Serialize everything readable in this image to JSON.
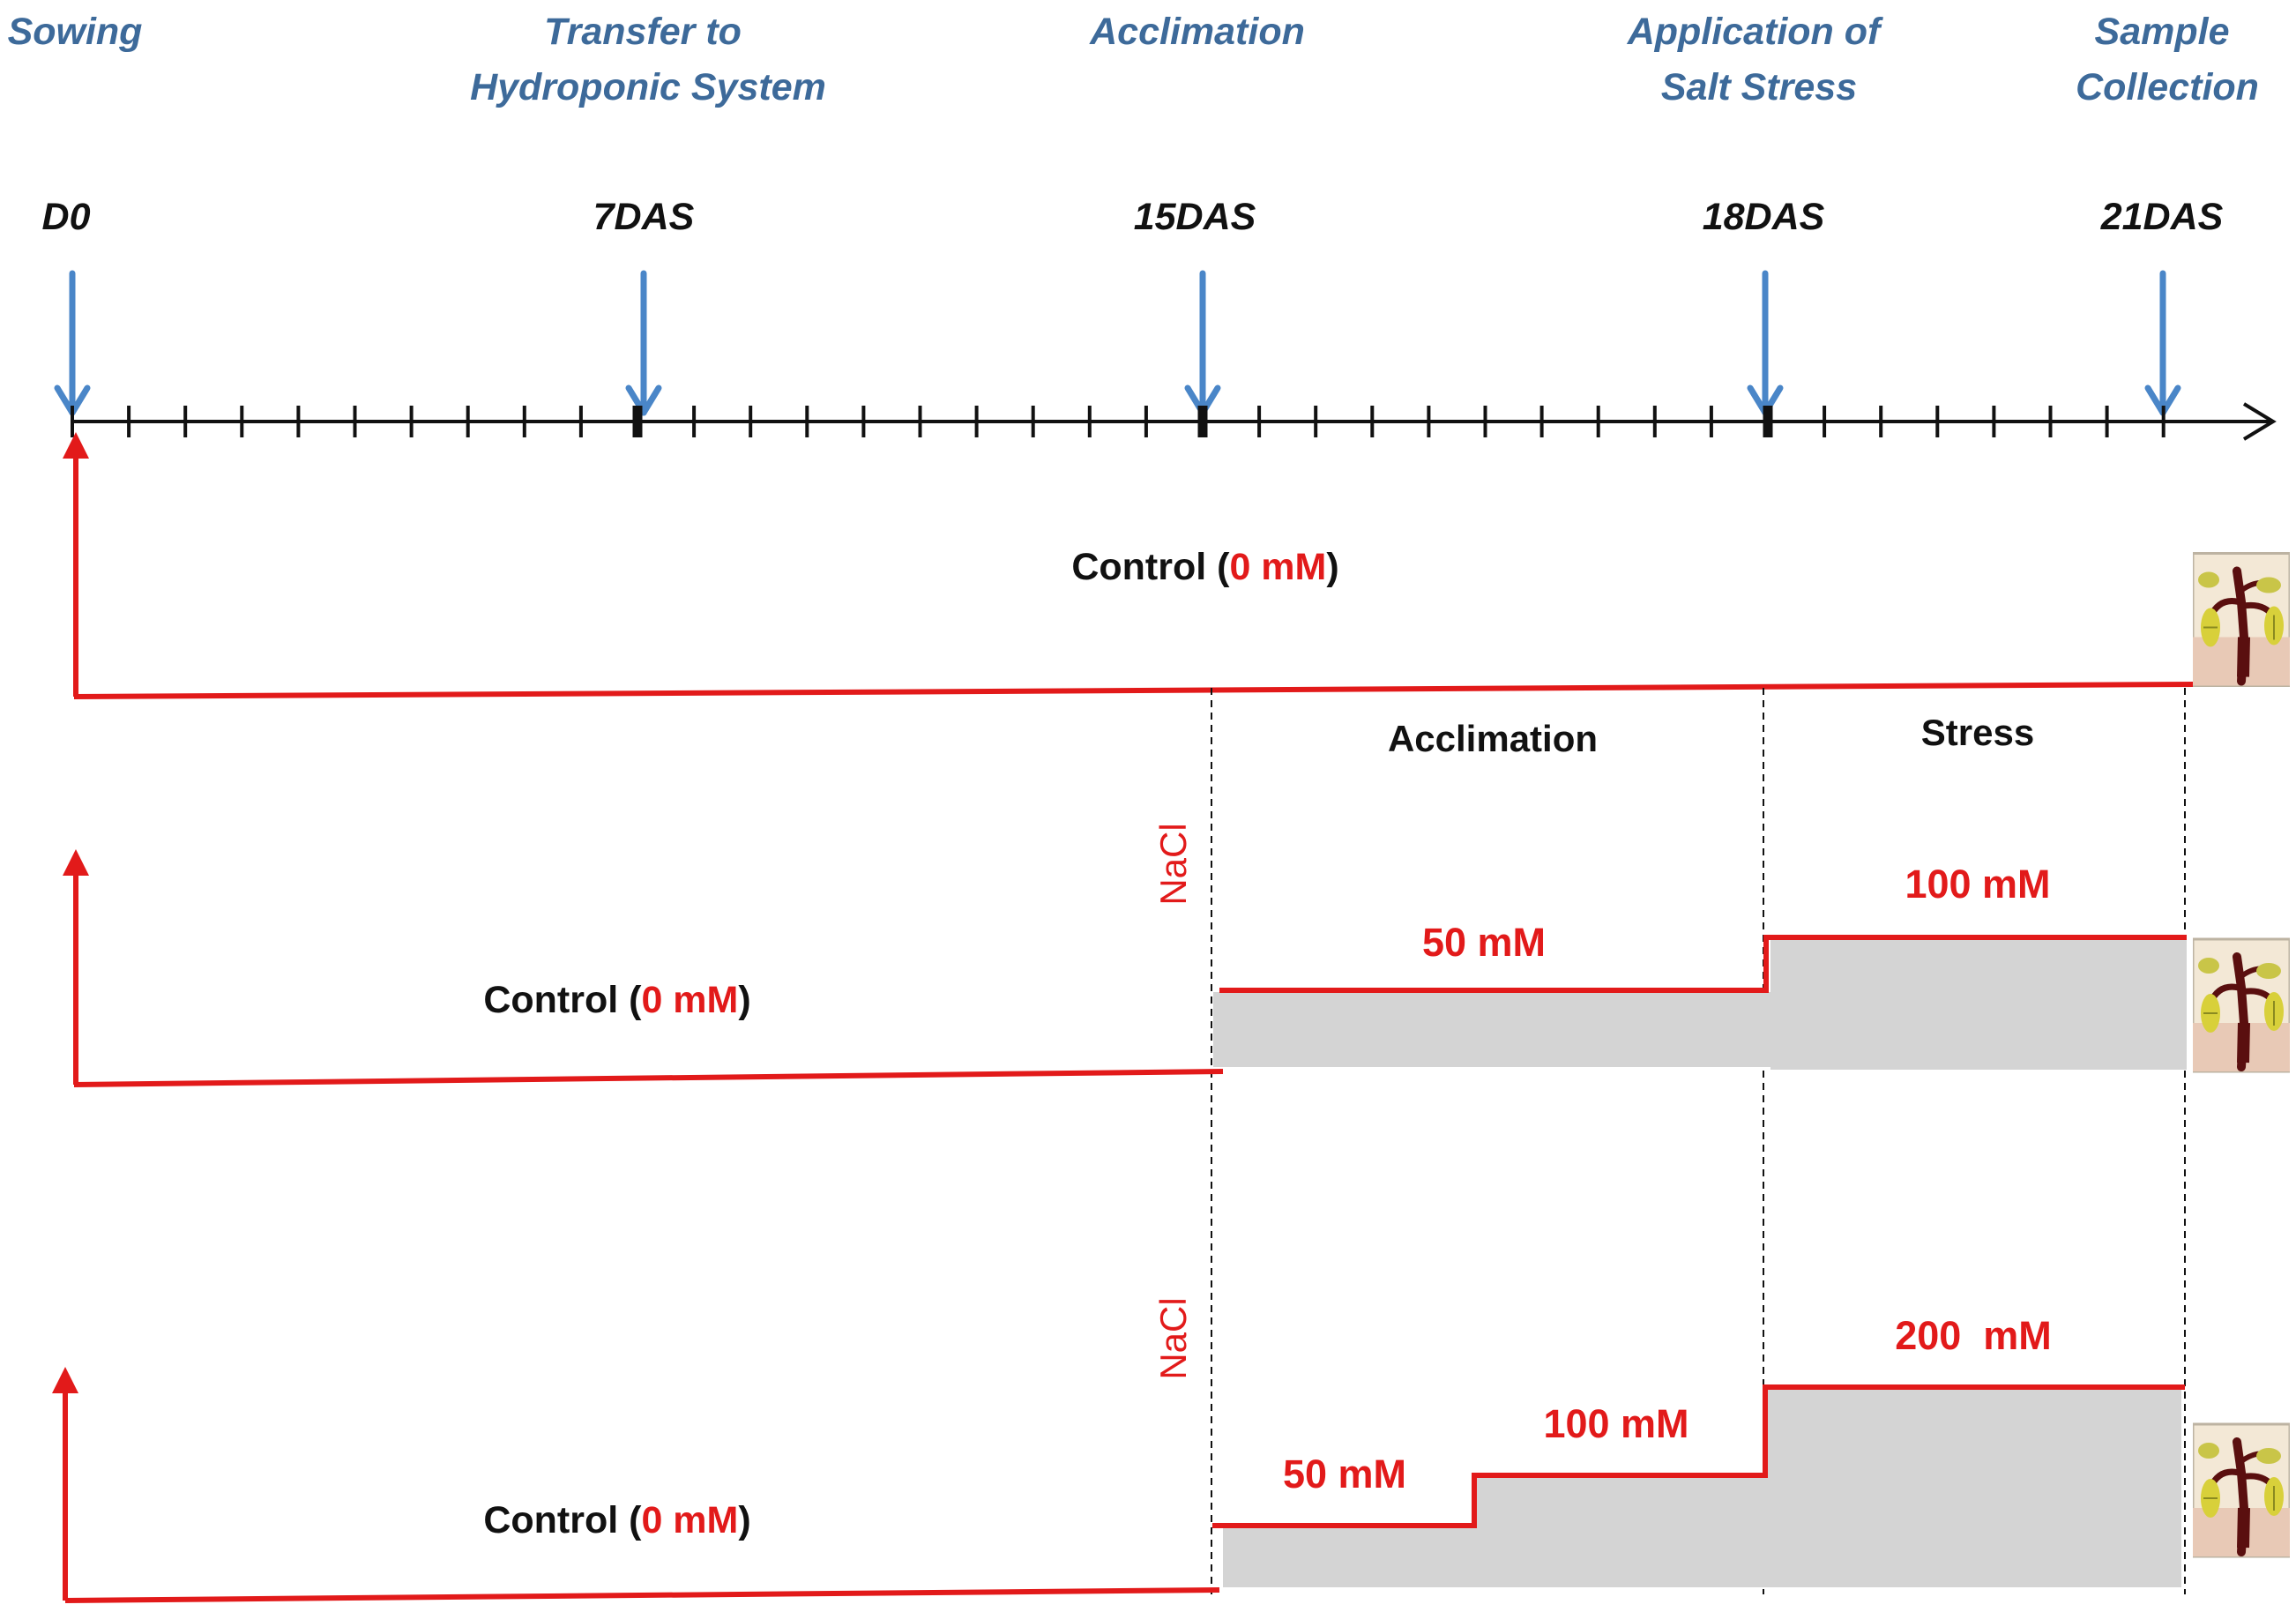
{
  "stages": [
    {
      "lines": [
        "Sowing"
      ]
    },
    {
      "lines": [
        "Transfer to",
        "Hydroponic System"
      ]
    },
    {
      "lines": [
        "Acclimation"
      ]
    },
    {
      "lines": [
        "Application of",
        "Salt Stress"
      ]
    },
    {
      "lines": [
        "Sample",
        "Collection"
      ]
    }
  ],
  "days": [
    "D0",
    "7DAS",
    "15DAS",
    "18DAS",
    "21DAS"
  ],
  "colors": {
    "stage_text": "#3d6a9a",
    "arrow_blue": "#4a86c8",
    "salt_red": "#e21a1a",
    "treatment_fill": "#d4d4d4"
  },
  "control_label": {
    "prefix": "Control (",
    "value": "0 mM",
    "suffix": ")"
  },
  "phases": {
    "acclimation": "Acclimation",
    "stress": "Stress"
  },
  "nacl_label": "NaCl",
  "treatments": [
    {
      "levels": []
    },
    {
      "levels": [
        "50 mM",
        "100 mM"
      ]
    },
    {
      "levels": [
        "50 mM",
        "100 mM",
        "200  mM"
      ]
    }
  ],
  "plant_icon": "wilting-plant-icon"
}
